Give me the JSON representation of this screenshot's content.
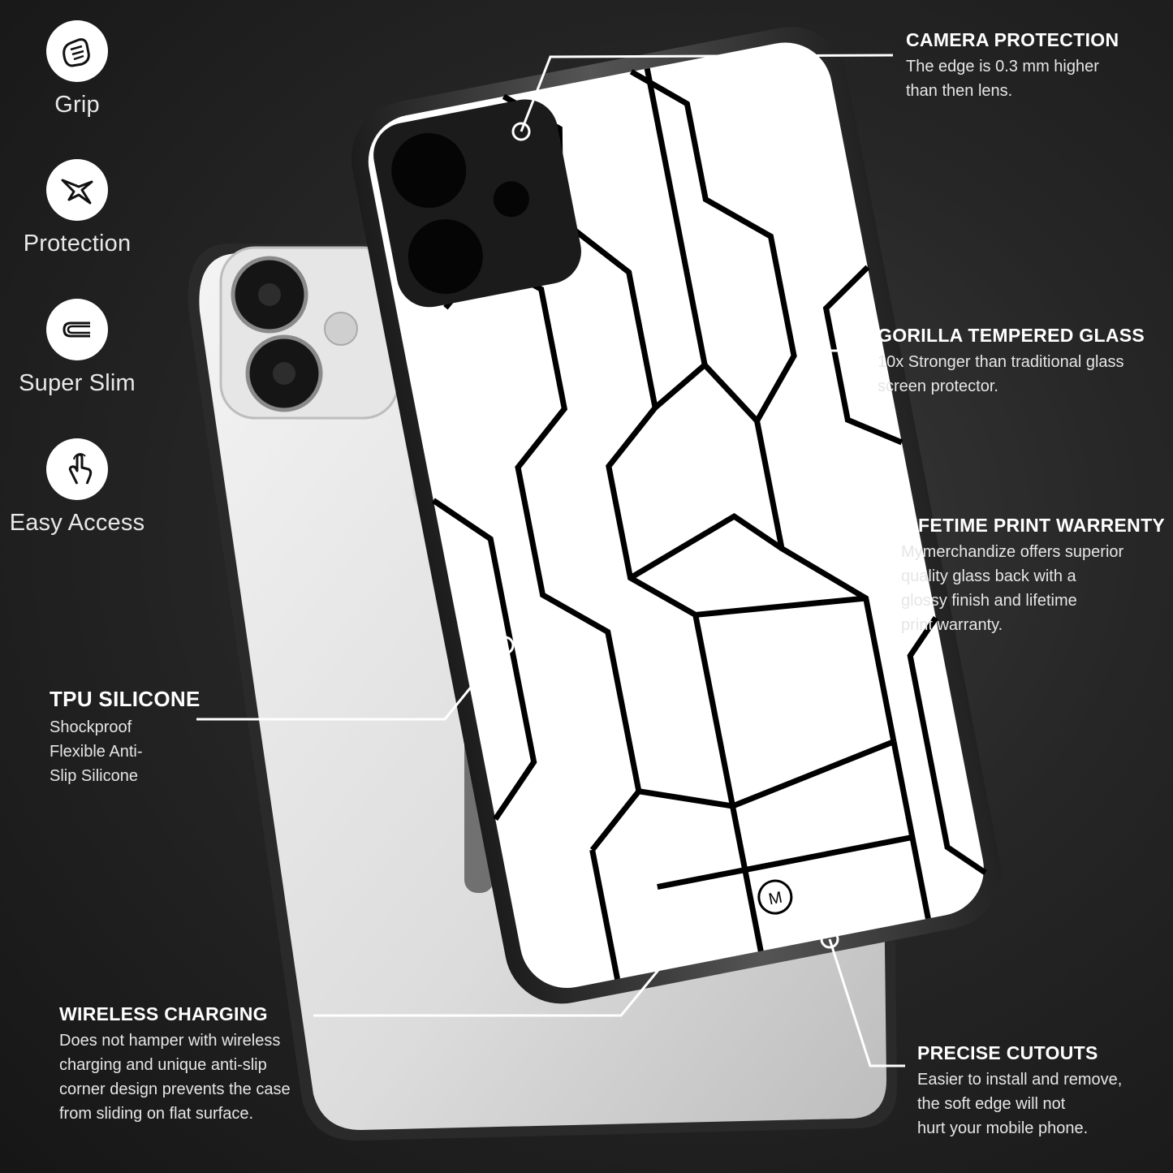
{
  "features": [
    {
      "name": "grip",
      "label": "Grip",
      "icon": "hand-grip-icon"
    },
    {
      "name": "protection",
      "label": "Protection",
      "icon": "shield-crack-icon"
    },
    {
      "name": "super-slim",
      "label": "Super Slim",
      "icon": "slim-profile-icon"
    },
    {
      "name": "easy-access",
      "label": "Easy Access",
      "icon": "tap-finger-icon"
    }
  ],
  "callouts": {
    "camera": {
      "title": "CAMERA PROTECTION",
      "desc": "The edge is 0.3 mm higher\nthan then lens."
    },
    "glass": {
      "title": "GORILLA TEMPERED GLASS",
      "desc": "10x Stronger than traditional glass\nscreen protector."
    },
    "print": {
      "title": "LIFETIME PRINT WARRENTY",
      "desc": "Mymerchandize offers superior\nquality glass back with a\nglossy finish and lifetime\n print warranty."
    },
    "tpu": {
      "title": "TPU SILICONE",
      "desc": "Shockproof\nFlexible Anti-\nSlip Silicone"
    },
    "wireless": {
      "title": "WIRELESS CHARGING",
      "desc": "Does not hamper with wireless\ncharging and unique anti-slip\ncorner design prevents the case\nfrom sliding on flat surface."
    },
    "cutouts": {
      "title": "PRECISE CUTOUTS",
      "desc": "Easier to install and remove,\nthe soft edge will not\nhurt your mobile phone."
    }
  },
  "colors": {
    "background": "#222222",
    "text": "#ffffff",
    "case_print": "#ffffff",
    "case_lines": "#000000"
  }
}
